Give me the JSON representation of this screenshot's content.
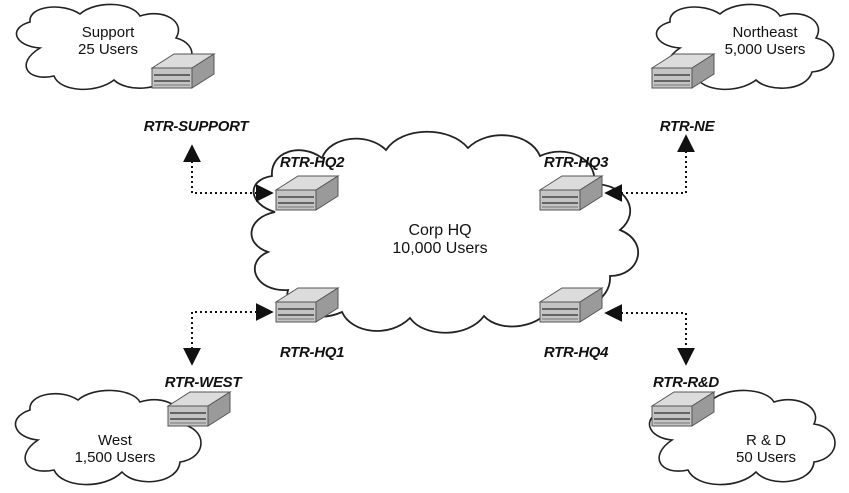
{
  "sites": {
    "support": {
      "name": "Support",
      "users": "25 Users"
    },
    "northeast": {
      "name": "Northeast",
      "users": "5,000 Users"
    },
    "hq": {
      "name": "Corp HQ",
      "users": "10,000 Users"
    },
    "west": {
      "name": "West",
      "users": "1,500 Users"
    },
    "rnd": {
      "name": "R & D",
      "users": "50 Users"
    }
  },
  "routers": {
    "support": "RTR-SUPPORT",
    "ne": "RTR-NE",
    "hq2": "RTR-HQ2",
    "hq3": "RTR-HQ3",
    "hq1": "RTR-HQ1",
    "hq4": "RTR-HQ4",
    "west": "RTR-WEST",
    "rnd": "RTR-R&D"
  }
}
